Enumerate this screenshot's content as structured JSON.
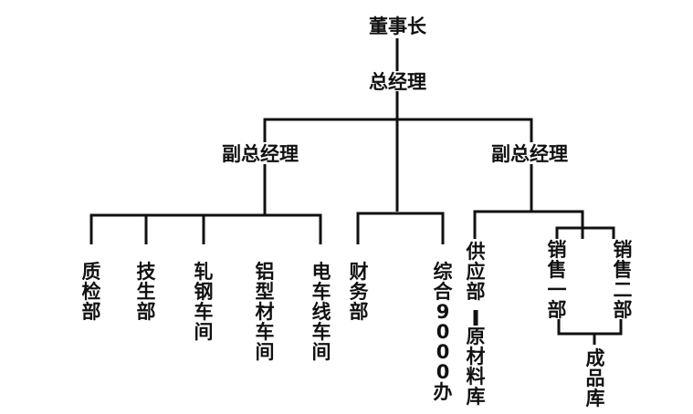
{
  "org_chart": {
    "chairman": "董事长",
    "general_manager": "总经理",
    "vice_gm_left": "副总经理",
    "vice_gm_right": "副总经理",
    "departments": {
      "quality": "质检部",
      "technical": "技生部",
      "rolling": "轧钢车间",
      "aluminum": "铝型材车间",
      "cable": "电车线车间",
      "finance": "财务部",
      "general_office": "综合9000办",
      "supply": "供应部",
      "raw_material": "原材料库",
      "sales_one": "销售一部",
      "sales_two": "销售二部",
      "finished_goods": "成品库"
    }
  }
}
